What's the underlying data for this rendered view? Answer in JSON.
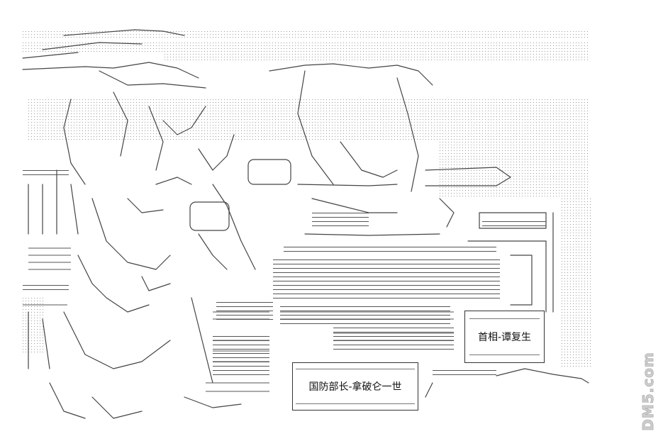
{
  "captions": {
    "premier": "首相-谭复生",
    "defense_minister": "国防部长-拿破仑一世"
  },
  "watermark": {
    "text": "DM5.com"
  },
  "colors": {
    "background": "#ffffff",
    "line": "#444444",
    "dot": "#9a9a9a",
    "watermark": "#cfcfcf"
  }
}
